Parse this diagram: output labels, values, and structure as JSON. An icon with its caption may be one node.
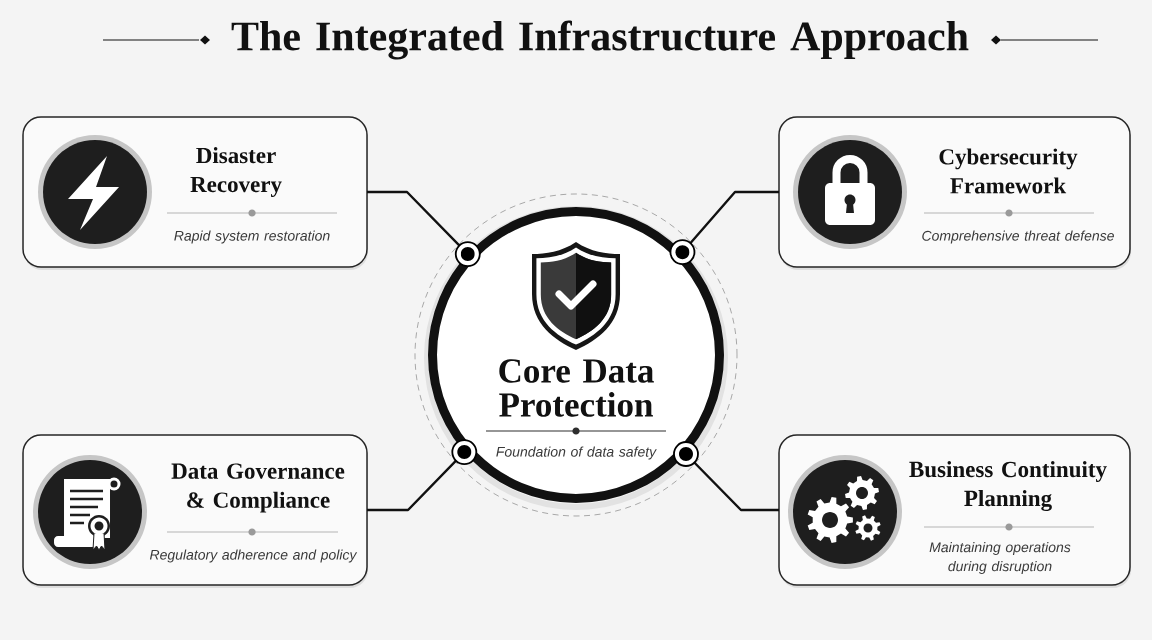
{
  "diagram": {
    "title": "The Integrated Infrastructure Approach",
    "nodes": [
      {
        "text": [
          "Disaster Recovery",
          "Rapid system restoration"
        ]
      },
      {
        "text": [
          "Cybersecurity Framework",
          "Comprehensive threat defense"
        ]
      },
      {
        "text": [
          "Core Data Protection",
          "Foundation of data safety"
        ]
      },
      {
        "text": [
          "Data Governance & Compliance",
          "Regulatory adherence and policy"
        ]
      },
      {
        "text": [
          "Business Continuity Planning",
          "Maintaining operations during disruption"
        ]
      }
    ],
    "edges": [
      {
        "from": 0,
        "to": 2,
        "arrow": "other"
      },
      {
        "from": 1,
        "to": 2,
        "arrow": "other"
      },
      {
        "from": 3,
        "to": 2,
        "arrow": "other"
      },
      {
        "from": 4,
        "to": 2,
        "arrow": "other"
      }
    ]
  }
}
